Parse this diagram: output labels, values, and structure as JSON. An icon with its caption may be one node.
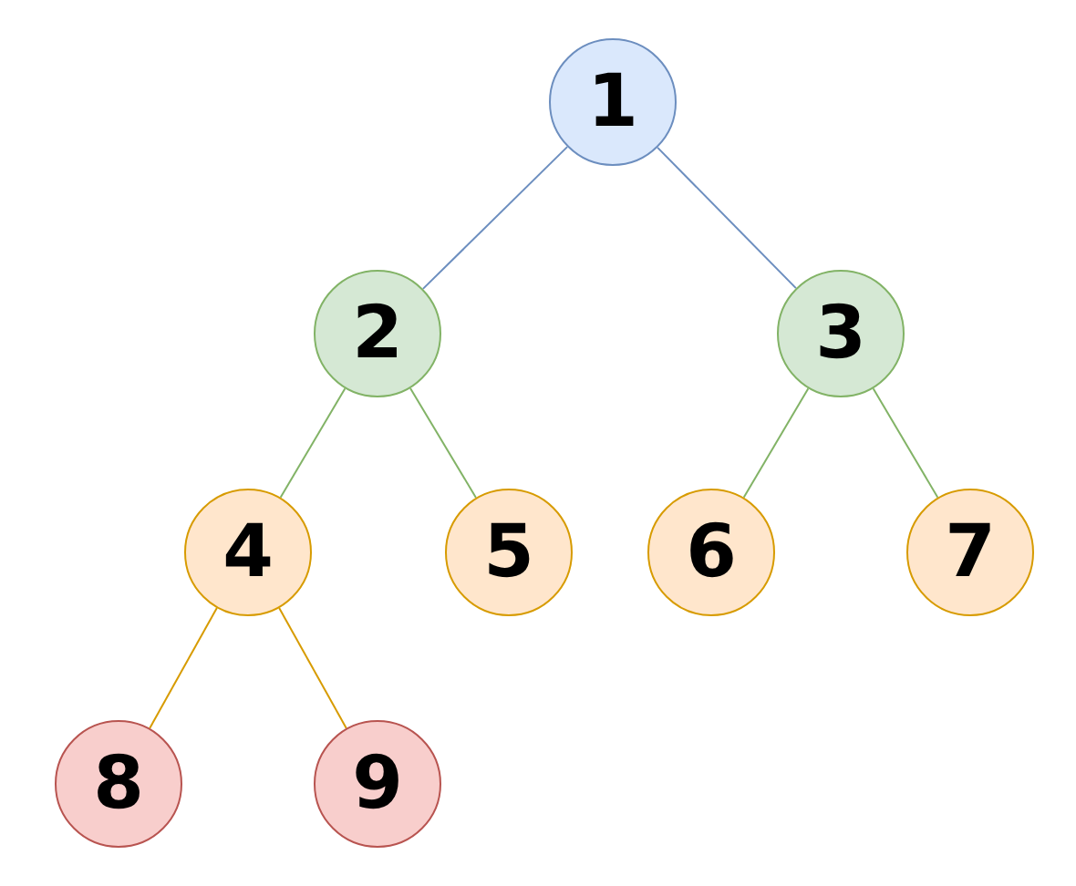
{
  "diagram": {
    "nodes": [
      {
        "text": [
          "1"
        ]
      },
      {
        "text": [
          "2"
        ]
      },
      {
        "text": [
          "3"
        ]
      },
      {
        "text": [
          "4"
        ]
      },
      {
        "text": [
          "5"
        ]
      },
      {
        "text": [
          "6"
        ]
      },
      {
        "text": [
          "7"
        ]
      },
      {
        "text": [
          "8"
        ]
      },
      {
        "text": [
          "9"
        ]
      }
    ],
    "edges": [
      {
        "from": 0,
        "to": 1,
        "arrow": "none",
        "color": "#6c8ebf"
      },
      {
        "from": 0,
        "to": 2,
        "arrow": "none",
        "color": "#6c8ebf"
      },
      {
        "from": 1,
        "to": 3,
        "arrow": "none"
      },
      {
        "from": 1,
        "to": 4,
        "arrow": "none"
      },
      {
        "from": 2,
        "to": 5,
        "arrow": "none"
      },
      {
        "from": 2,
        "to": 6,
        "arrow": "none"
      },
      {
        "from": 3,
        "to": 7,
        "arrow": "none",
        "color": "#d79b00"
      },
      {
        "from": 3,
        "to": 8,
        "arrow": "none",
        "color": "#d79b00"
      }
    ]
  }
}
